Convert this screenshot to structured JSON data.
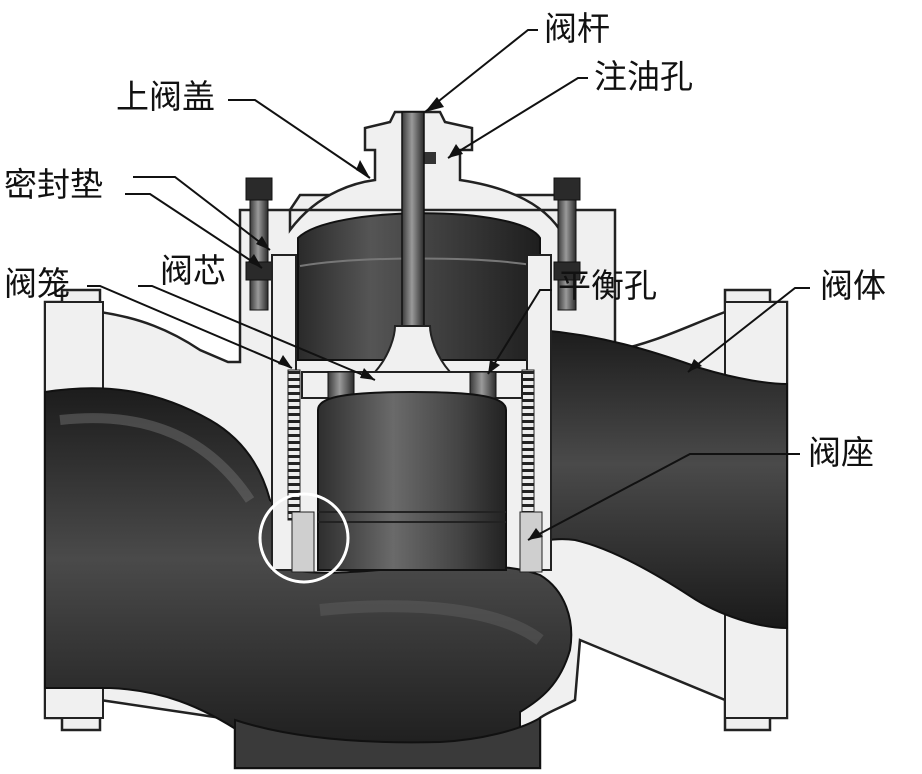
{
  "diagram": {
    "labels": {
      "valve_stem": "阀杆",
      "oil_hole": "注油孔",
      "bonnet": "上阀盖",
      "gasket": "密封垫",
      "cage": "阀笼",
      "plug": "阀芯",
      "balance_hole": "平衡孔",
      "body": "阀体",
      "seat": "阀座"
    }
  },
  "colors": {
    "body_fill": "#f0f0f0",
    "outline": "#222222",
    "flow_dark": "#2b2b2b",
    "label_text": "#111111"
  }
}
